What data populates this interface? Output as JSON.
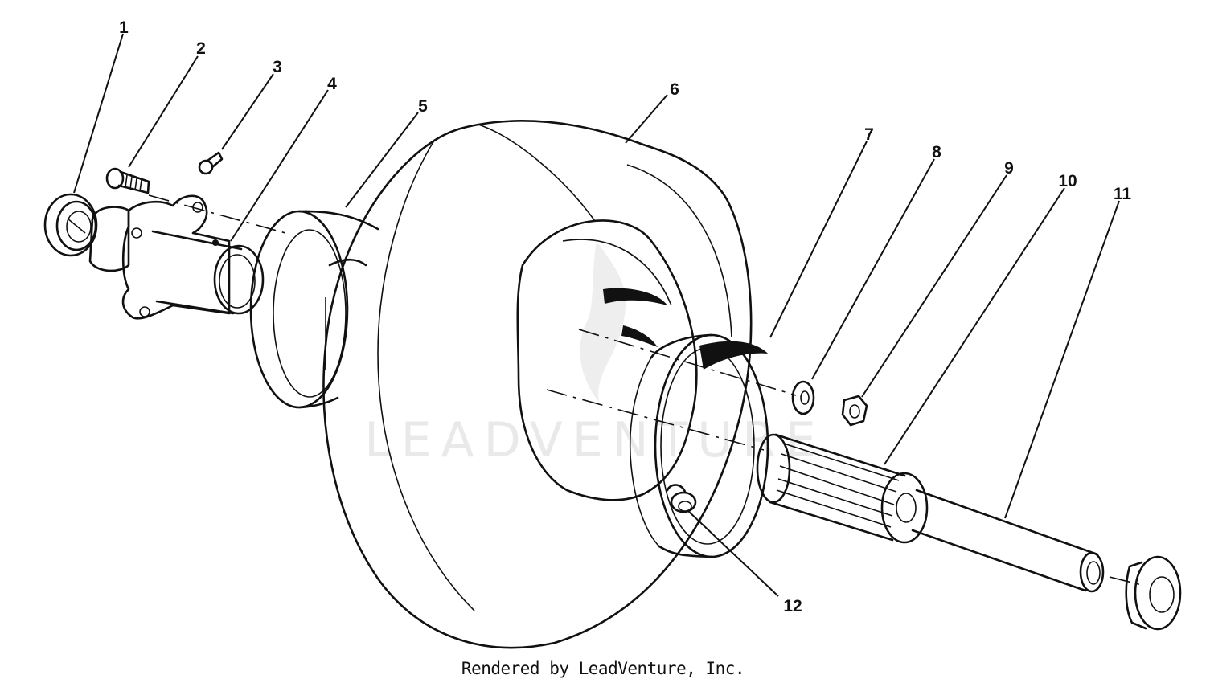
{
  "diagram": {
    "callouts": [
      "1",
      "2",
      "3",
      "4",
      "5",
      "6",
      "7",
      "8",
      "9",
      "10",
      "11",
      "12"
    ],
    "watermark": "LEADVENTURE",
    "credit": "Rendered by LeadVenture, Inc."
  }
}
